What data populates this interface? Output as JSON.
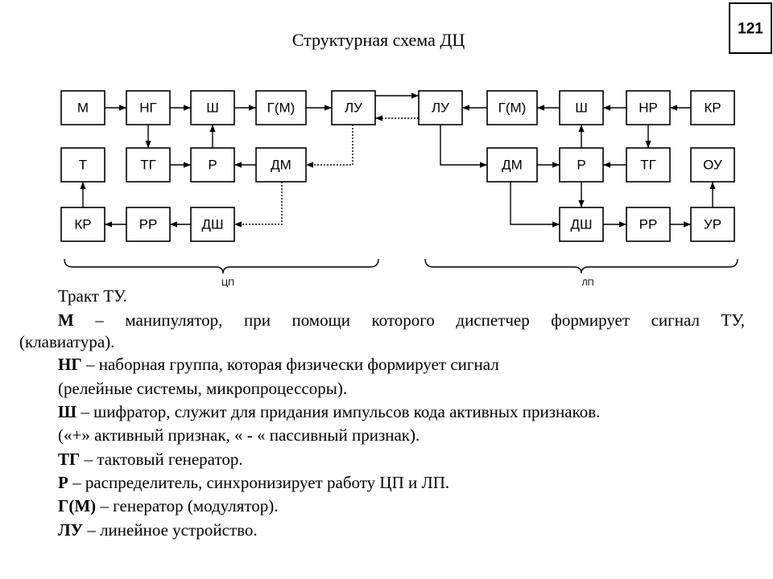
{
  "page_number": "121",
  "title": "Структурная схема ДЦ",
  "diagram": {
    "cp": {
      "m": "М",
      "ng": "НГ",
      "sh": "Ш",
      "gm": "Г(М)",
      "lu": "ЛУ",
      "t": "Т",
      "tg": "ТГ",
      "r": "Р",
      "dm": "ДМ",
      "kr": "КР",
      "rr": "РР",
      "dsh": "ДШ"
    },
    "lp": {
      "lu": "ЛУ",
      "gm": "Г(М)",
      "sh": "Ш",
      "nr": "НР",
      "kr": "КР",
      "dm": "ДМ",
      "r": "Р",
      "tg": "ТГ",
      "ou": "ОУ",
      "dsh": "ДШ",
      "rr": "РР",
      "ur": "УР"
    },
    "brace_labels": {
      "cp": "ЦП",
      "lp": "ЛП"
    }
  },
  "legend": {
    "heading": "Тракт ТУ.",
    "m": {
      "term": "М",
      "text": "– манипулятор, при помощи которого диспетчер формирует сигнал ТУ,",
      "cont": "(клавиатура)."
    },
    "ng": {
      "term": "НГ",
      "text": "– наборная группа, которая физически формирует сигнал",
      "cont": "(релейные системы, микропроцессоры)."
    },
    "sh": {
      "term": "Ш",
      "text": "– шифратор, служит для придания импульсов кода активных признаков.",
      "cont": "(«+» активный признак, « - « пассивный признак)."
    },
    "tg": {
      "term": "ТГ",
      "text": "– тактовый генератор."
    },
    "r": {
      "term": "Р",
      "text": "– распределитель, синхронизирует работу ЦП и ЛП."
    },
    "gm": {
      "term": "Г(М)",
      "text": "– генератор (модулятор)."
    },
    "lu": {
      "term": "ЛУ",
      "text": "– линейное устройство."
    }
  }
}
